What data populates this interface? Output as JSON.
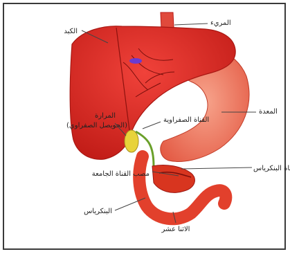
{
  "diagram": {
    "labels": {
      "liver": "الكبد",
      "esophagus": "المريء",
      "stomach": "المعدة",
      "gallbladder_line1": "المرارة",
      "gallbladder_line2": "(الحويصل الصفراوي)",
      "bile_duct": "القناة الصفراوية",
      "pancreatic_duct": "قناة البنكرياس",
      "common_duct_outlet": "مصب القناة الجامعة",
      "pancreas": "البنكرياس",
      "duodenum": "الاثنا عشر"
    },
    "colors": {
      "organ_red": "#e8332a",
      "organ_dark": "#b81a16",
      "stomach_pink": "#f28a6e",
      "gallbladder_yellow": "#e8d33a",
      "vessel_blue": "#6a3bd1",
      "line": "#444444"
    }
  }
}
